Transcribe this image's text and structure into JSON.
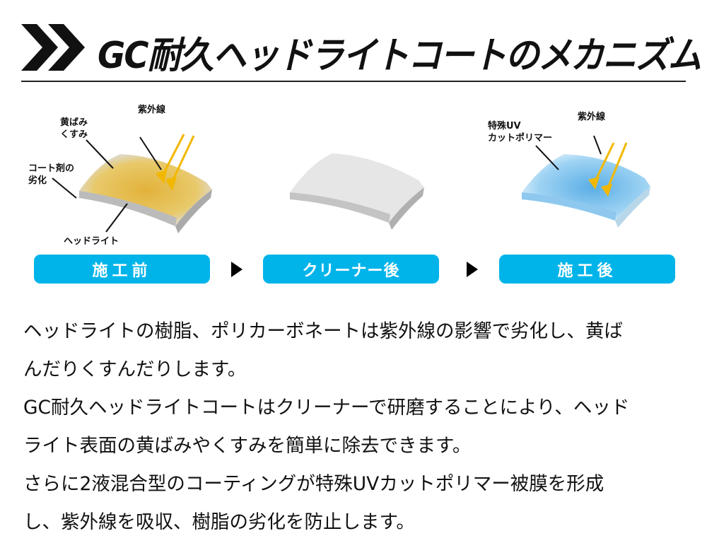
{
  "header": {
    "title": "GC耐久ヘッドライトコートのメカニズム",
    "icon": "double-chevron-icon"
  },
  "panels": [
    {
      "labels": {
        "uv": "紫外線",
        "yellow1": "黄ばみ",
        "yellow2": "くすみ",
        "coat1": "コート剤の",
        "coat2": "劣化",
        "headlight": "ヘッドライト"
      },
      "step": "施工前"
    },
    {
      "step": "クリーナー後"
    },
    {
      "labels": {
        "polymer1": "特殊UV",
        "polymer2": "カットポリマー",
        "uv": "紫外線"
      },
      "step": "施工後"
    }
  ],
  "colors": {
    "accent": "#00b4ea",
    "uv_arrow": "#f2b800"
  },
  "body": {
    "lines": [
      "ヘッドライトの樹脂、ポリカーボネートは紫外線の影響で劣化し、黄ば",
      "んだりくすんだりします。",
      "GC耐久ヘッドライトコートはクリーナーで研磨することにより、ヘッド",
      "ライト表面の黄ばみやくすみを簡単に除去できます。",
      "さらに2液混合型のコーティングが特殊UVカットポリマー被膜を形成",
      "し、紫外線を吸収、樹脂の劣化を防止します。"
    ]
  }
}
